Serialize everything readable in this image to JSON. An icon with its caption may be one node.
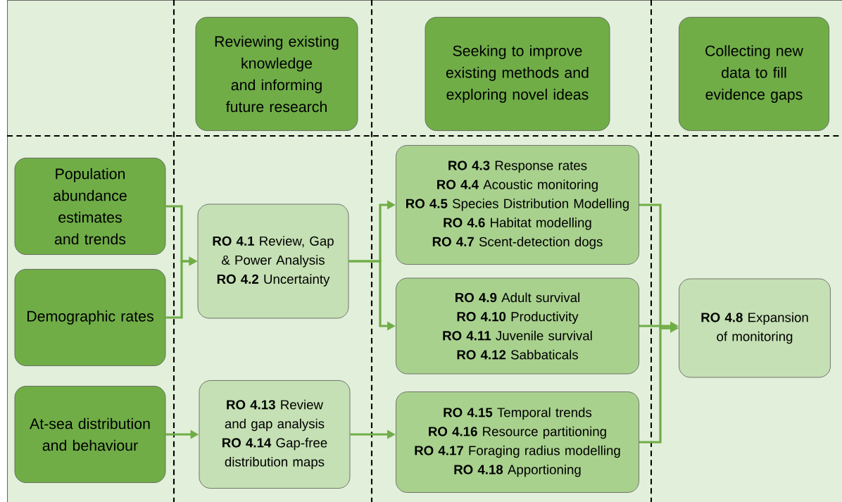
{
  "diagram": {
    "nodes": [
      {
        "text": [
          "Reviewing existing knowledge and informing future research"
        ]
      },
      {
        "text": [
          "Seeking to improve existing methods and exploring novel ideas"
        ]
      },
      {
        "text": [
          "Collecting new data to fill evidence gaps"
        ]
      },
      {
        "text": [
          "Population abundance estimates and trends"
        ]
      },
      {
        "text": [
          "Demographic rates"
        ]
      },
      {
        "text": [
          "At-sea distribution and behaviour"
        ]
      },
      {
        "text": [
          "**RO 4.1** Review, Gap & Power Analysis",
          "**RO 4.2** Uncertainty"
        ]
      },
      {
        "text": [
          "**RO 4.3** Response rates",
          "**RO 4.4** Acoustic monitoring",
          "**RO 4.5** Species Distribution Modelling",
          "**RO 4.6** Habitat modelling",
          "**RO 4.7** Scent-detection dogs"
        ]
      },
      {
        "text": [
          "**RO 4.9** Adult survival",
          "**RO 4.10** Productivity",
          "**RO 4.11** Juvenile survival",
          "**RO 4.12** Sabbaticals"
        ]
      },
      {
        "text": [
          "**RO 4.13** Review and gap analysis",
          "**RO 4.14** Gap-free distribution maps"
        ]
      },
      {
        "text": [
          "**RO 4.15** Temporal trends",
          "**RO 4.16** Resource partitioning",
          "**RO 4.17** Foraging radius modelling",
          "**RO 4.18** Apportioning"
        ]
      },
      {
        "text": [
          "**RO 4.8** Expansion of monitoring"
        ]
      }
    ],
    "edges": [
      {
        "from": 3,
        "to": 6,
        "arrow": "to"
      },
      {
        "from": 4,
        "to": 6,
        "arrow": "to"
      },
      {
        "from": 6,
        "to": 7,
        "arrow": "to"
      },
      {
        "from": 6,
        "to": 8,
        "arrow": "to"
      },
      {
        "from": 5,
        "to": 9,
        "arrow": "to"
      },
      {
        "from": 9,
        "to": 10,
        "arrow": "to"
      },
      {
        "from": 7,
        "to": 11,
        "arrow": "to"
      },
      {
        "from": 8,
        "to": 11,
        "arrow": "to"
      },
      {
        "from": 10,
        "to": 11,
        "arrow": "to"
      }
    ]
  }
}
